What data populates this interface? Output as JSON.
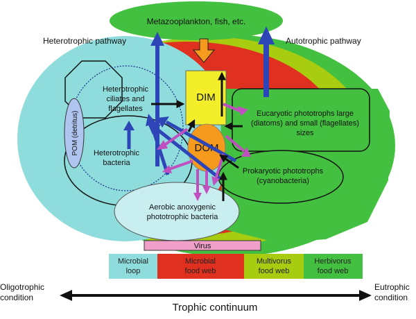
{
  "labels": {
    "top_box": "Metazooplankton, fish, etc.",
    "heterotrophic_pathway": "Heterotrophic pathway",
    "autotrophic_pathway": "Autotrophic pathway",
    "het_ciliates": [
      "Heterotrophic",
      "ciliates and",
      "flagellates"
    ],
    "het_bacteria": [
      "Heterotrophic",
      "bacteria"
    ],
    "pom": "POM (detritus)",
    "dim": "DIM",
    "dom": "DOM",
    "euk": [
      "Eucaryotic phototrophs large",
      "(diatoms) and small (flagellates)",
      "sizes"
    ],
    "prok": [
      "Prokaryotic phototrophs",
      "(cyanobacteria)"
    ],
    "aerobic": [
      "Aerobic anoxygenic",
      "phototrophic bacteria"
    ],
    "virus": "Virus"
  },
  "legend": [
    {
      "lines": [
        "Microbial",
        "loop"
      ],
      "color": "#8fdcdc",
      "text_color": "#222222"
    },
    {
      "lines": [
        "Microbial",
        "food web"
      ],
      "color": "#e03020",
      "text_color": "#222222"
    },
    {
      "lines": [
        "Multivorus",
        "food web"
      ],
      "color": "#a8cc10",
      "text_color": "#222222"
    },
    {
      "lines": [
        "Herbivorus",
        "food web"
      ],
      "color": "#44c040",
      "text_color": "#222222"
    }
  ],
  "continuum": {
    "left": [
      "Oligotrophic",
      "condition"
    ],
    "right": [
      "Eutrophic",
      "condition"
    ],
    "title": "Trophic continuum"
  },
  "colors": {
    "green": "#44c040",
    "lime": "#a8cc10",
    "red": "#e03020",
    "cyan": "#8fdcdc",
    "yellow": "#f2ee2a",
    "orange": "#f59a1c",
    "blue_arrow": "#2e45b8",
    "magenta_arrow": "#c050c0",
    "virus_pink": "#f0a0c8",
    "pale_cyan": "#c8eef0",
    "pom_fill": "#b0c4f0"
  }
}
